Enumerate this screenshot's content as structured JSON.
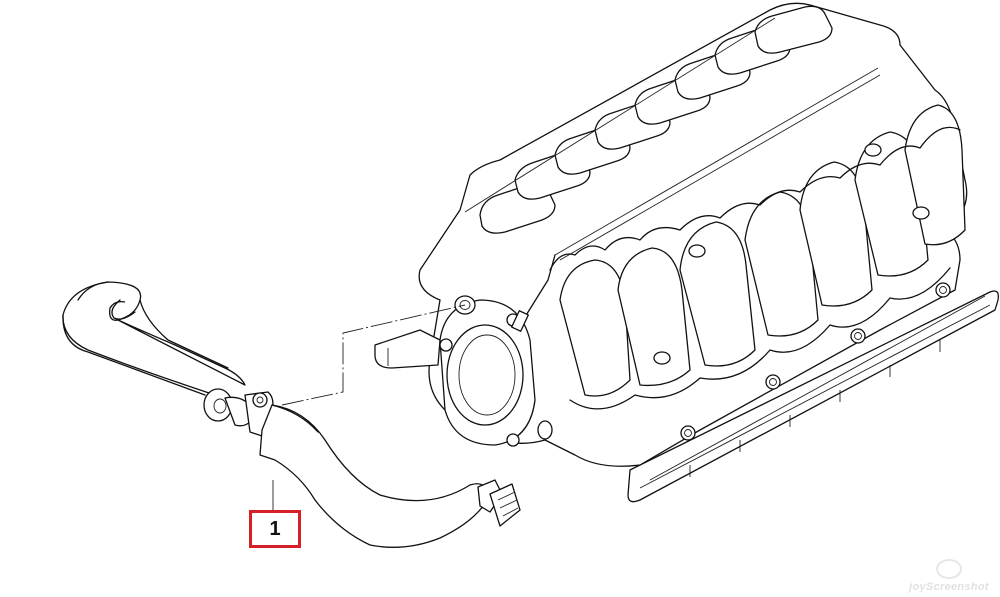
{
  "diagram": {
    "type": "parts-exploded-view",
    "subject": "intake manifold with crankcase ventilation hose",
    "parts": [
      {
        "callout": "1",
        "name": "ventilation hose"
      }
    ],
    "callout_border_color": "#d61f26",
    "line_color": "#111111",
    "background_color": "#ffffff"
  },
  "callouts": [
    {
      "label": "1"
    }
  ],
  "watermark": {
    "text": "joyScreenshot"
  }
}
